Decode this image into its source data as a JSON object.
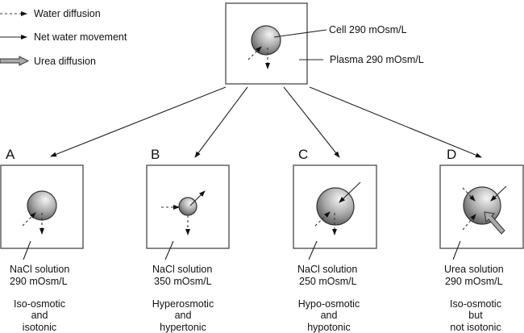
{
  "legend": {
    "items": [
      {
        "icon": "dashed-arrow-icon",
        "label": "Water diffusion"
      },
      {
        "icon": "solid-arrow-icon",
        "label": "Net water movement"
      },
      {
        "icon": "hollow-arrow-icon",
        "label": "Urea diffusion"
      }
    ]
  },
  "top": {
    "cell_label": "Cell 290 mOsm/L",
    "plasma_label": "Plasma 290 mOsm/L"
  },
  "panels": [
    {
      "letter": "A",
      "solution": "NaCl solution",
      "osm": "290 mOsm/L",
      "desc": [
        "Iso-osmotic",
        "and",
        "isotonic"
      ]
    },
    {
      "letter": "B",
      "solution": "NaCl solution",
      "osm": "350 mOsm/L",
      "desc": [
        "Hyperosmotic",
        "and",
        "hypertonic"
      ]
    },
    {
      "letter": "C",
      "solution": "NaCl solution",
      "osm": "250 mOsm/L",
      "desc": [
        "Hypo-osmotic",
        "and",
        "hypotonic"
      ]
    },
    {
      "letter": "D",
      "solution": "Urea solution",
      "osm": "290 mOsm/L",
      "desc": [
        "Iso-osmotic",
        "but",
        "not isotonic"
      ]
    }
  ]
}
